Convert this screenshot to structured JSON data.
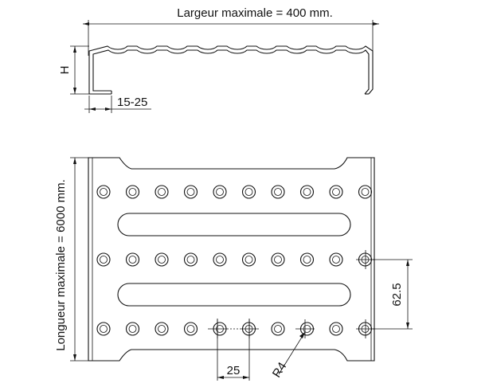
{
  "labels": {
    "max_width": "Largeur maximale = 400 mm.",
    "height": "H",
    "flange": "15-25",
    "max_length": "Longueur maximale = 6000 mm.",
    "hole_spacing": "25",
    "row_spacing": "62.5",
    "radius": "R4"
  },
  "views": {
    "section_view": "cross-section-profile",
    "plan_view": "perforated-plate-top-view"
  },
  "pattern": {
    "hole_rows": 3,
    "holes_per_row": 10,
    "slots": 2
  },
  "colors": {
    "line": "#111111",
    "background": "#ffffff"
  }
}
